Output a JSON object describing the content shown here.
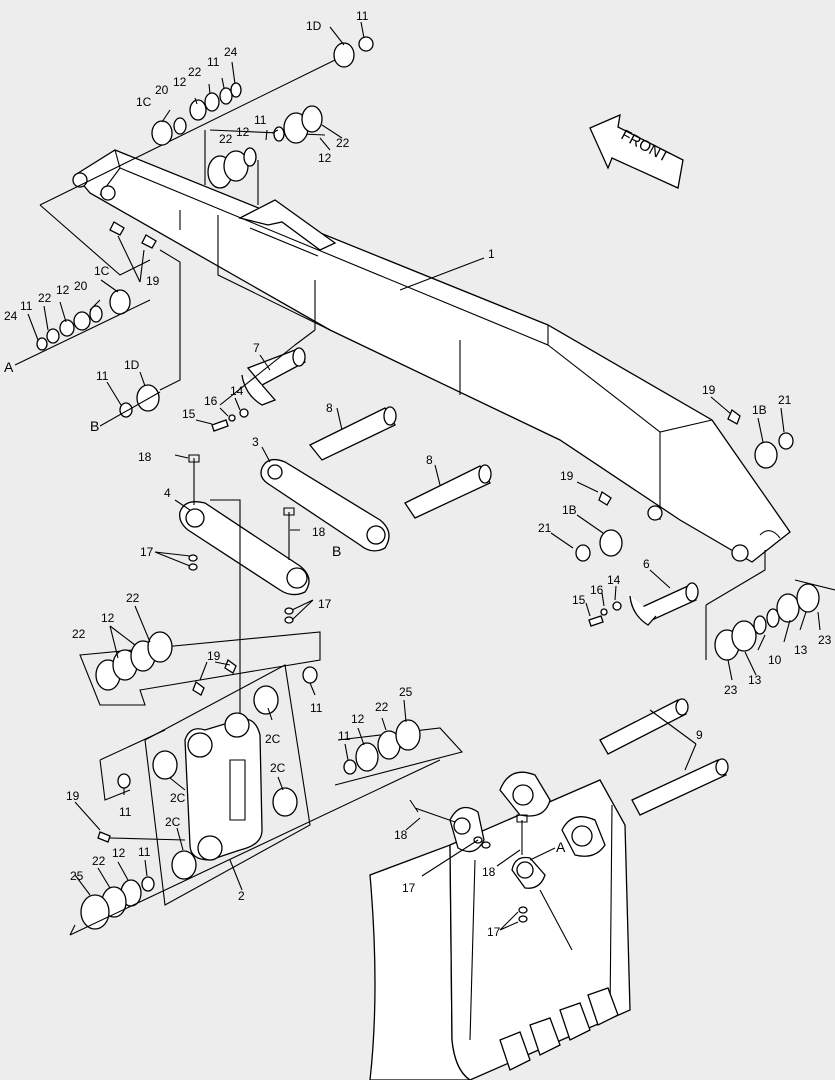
{
  "front_label": "FRONT",
  "labels": {
    "arm": "1",
    "boss_1b": "1B",
    "boss_1c": "1C",
    "boss_1d": "1D",
    "link_2": "2",
    "boss_2c": "2C",
    "link_3": "3",
    "link_4": "4",
    "pin_6": "6",
    "pin_7": "7",
    "pin_8": "8",
    "pin_9": "9",
    "shim_10": "10",
    "seal_11": "11",
    "shim_12": "12",
    "shim_13": "13",
    "washer_14": "14",
    "lockwasher_15": "15",
    "bolt_16": "16",
    "nut_17": "17",
    "bolt_18": "18",
    "fitting_19": "19",
    "ring_20": "20",
    "ring_21": "21",
    "ring_22": "22",
    "ring_23": "23",
    "ring_24": "24",
    "ring_25": "25",
    "ref_a": "A",
    "ref_b": "B"
  }
}
